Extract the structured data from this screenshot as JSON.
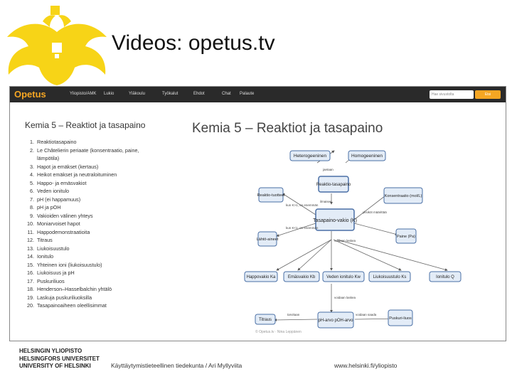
{
  "slide_title": "Videos: opetus.tv",
  "browser": {
    "brand": "Opetus",
    "nav": [
      "Yliopisto/AMK",
      "Lukio",
      "Yläkoulu",
      "Työkalut",
      "Ehdot",
      "Chat",
      "Palaute"
    ],
    "search_placeholder": "Hae sivustolta",
    "search_button": "Etsi",
    "sidebar_title": "Kemia 5 – Reaktiot ja tasapaino",
    "lessons": [
      {
        "num": "1.",
        "text": "Reaktiotasapaino"
      },
      {
        "num": "2.",
        "text": "Le Châtelierin periaate (konsentraatio, paine, lämpötila)"
      },
      {
        "num": "3.",
        "text": "Hapot ja emäkset (kertaus)"
      },
      {
        "num": "4.",
        "text": "Heikot emäkset ja neutraloituminen"
      },
      {
        "num": "5.",
        "text": "Happo- ja emäsvakiot"
      },
      {
        "num": "6.",
        "text": "Veden ionitulo"
      },
      {
        "num": "7.",
        "text": "pH (ei happamuus)"
      },
      {
        "num": "8.",
        "text": "pH ja pOH"
      },
      {
        "num": "9.",
        "text": "Vakioiden välinen yhteys"
      },
      {
        "num": "10.",
        "text": "Moniarvoiset hapot"
      },
      {
        "num": "11.",
        "text": "Happodemonstraatioita"
      },
      {
        "num": "12.",
        "text": "Titraus"
      },
      {
        "num": "13.",
        "text": "Liukoisuustulo"
      },
      {
        "num": "14.",
        "text": "Ionitulo"
      },
      {
        "num": "15.",
        "text": "Yhteinen ioni (liukoisuustulo)"
      },
      {
        "num": "16.",
        "text": "Liukoisuus ja pH"
      },
      {
        "num": "17.",
        "text": "Puskuriliuos"
      },
      {
        "num": "18.",
        "text": "Henderson–Hasselbalchin yhtälö"
      },
      {
        "num": "19.",
        "text": "Laskuja puskuriliuoksilla"
      },
      {
        "num": "20.",
        "text": "Tasapainoaiheen oleellisimmat"
      }
    ],
    "video_title": "Kemia 5 – Reaktiot ja tasapaino",
    "diagram": {
      "heterogeeninen": "Heterogeeninen",
      "homogeeninen": "Homogeeninen",
      "reaktiotasapaino": "Reaktio-tasapaino",
      "reaktiotuotteet": "Reaktio-tuotteet",
      "tasapainovakio": "Tasapaino-vakio (K)",
      "konsentraatio": "Konsentraatio (mol/L)",
      "paine": "Paine (Pa)",
      "lahtoaineet": "Lähtö-aineet",
      "happovakio": "Happovakio Ka",
      "emasvakio": "Emäsvakio Kb",
      "ionitulo": "Veden ionitulo Kw",
      "liukoisuustulo": "Liukoisuustulo Ks",
      "ionitulo_q": "Ionitulo Q",
      "titraus": "Titraus",
      "ph": "pH-arvo pOH-arvo",
      "puskuri": "Puskuri-liuos",
      "jaetaan": "jaetaan",
      "ilmaisee": "ilmaisee",
      "kun_k_suuri": "kun K>1, on enemmän",
      "kun_k_pieni": "kun K<1, on enemmän",
      "yksikot": "yksiköt määrittää",
      "voidaan": "voidaan laskea",
      "voidaan2": "voidaan laskea",
      "tarvitaan": "tarvitaan",
      "voidaan_saada": "voidaan saada"
    },
    "caption": "© Opetus.tv · Nina Leppänen"
  },
  "footer": {
    "uni_fi": "HELSINGIN YLIOPISTO",
    "uni_sv": "HELSINGFORS UNIVERSITET",
    "uni_en": "UNIVERSITY OF HELSINKI",
    "faculty": "Käyttäytymistieteellinen tiedekunta / Ari Myllyviita",
    "url": "www.helsinki.fi/yliopisto"
  },
  "colors": {
    "logo_yellow": "#f7d417",
    "box_fill": "#e3ecf7",
    "box_stroke": "#4a6fa5",
    "nav_bg": "#2a2a2a",
    "accent": "#f5a623"
  }
}
